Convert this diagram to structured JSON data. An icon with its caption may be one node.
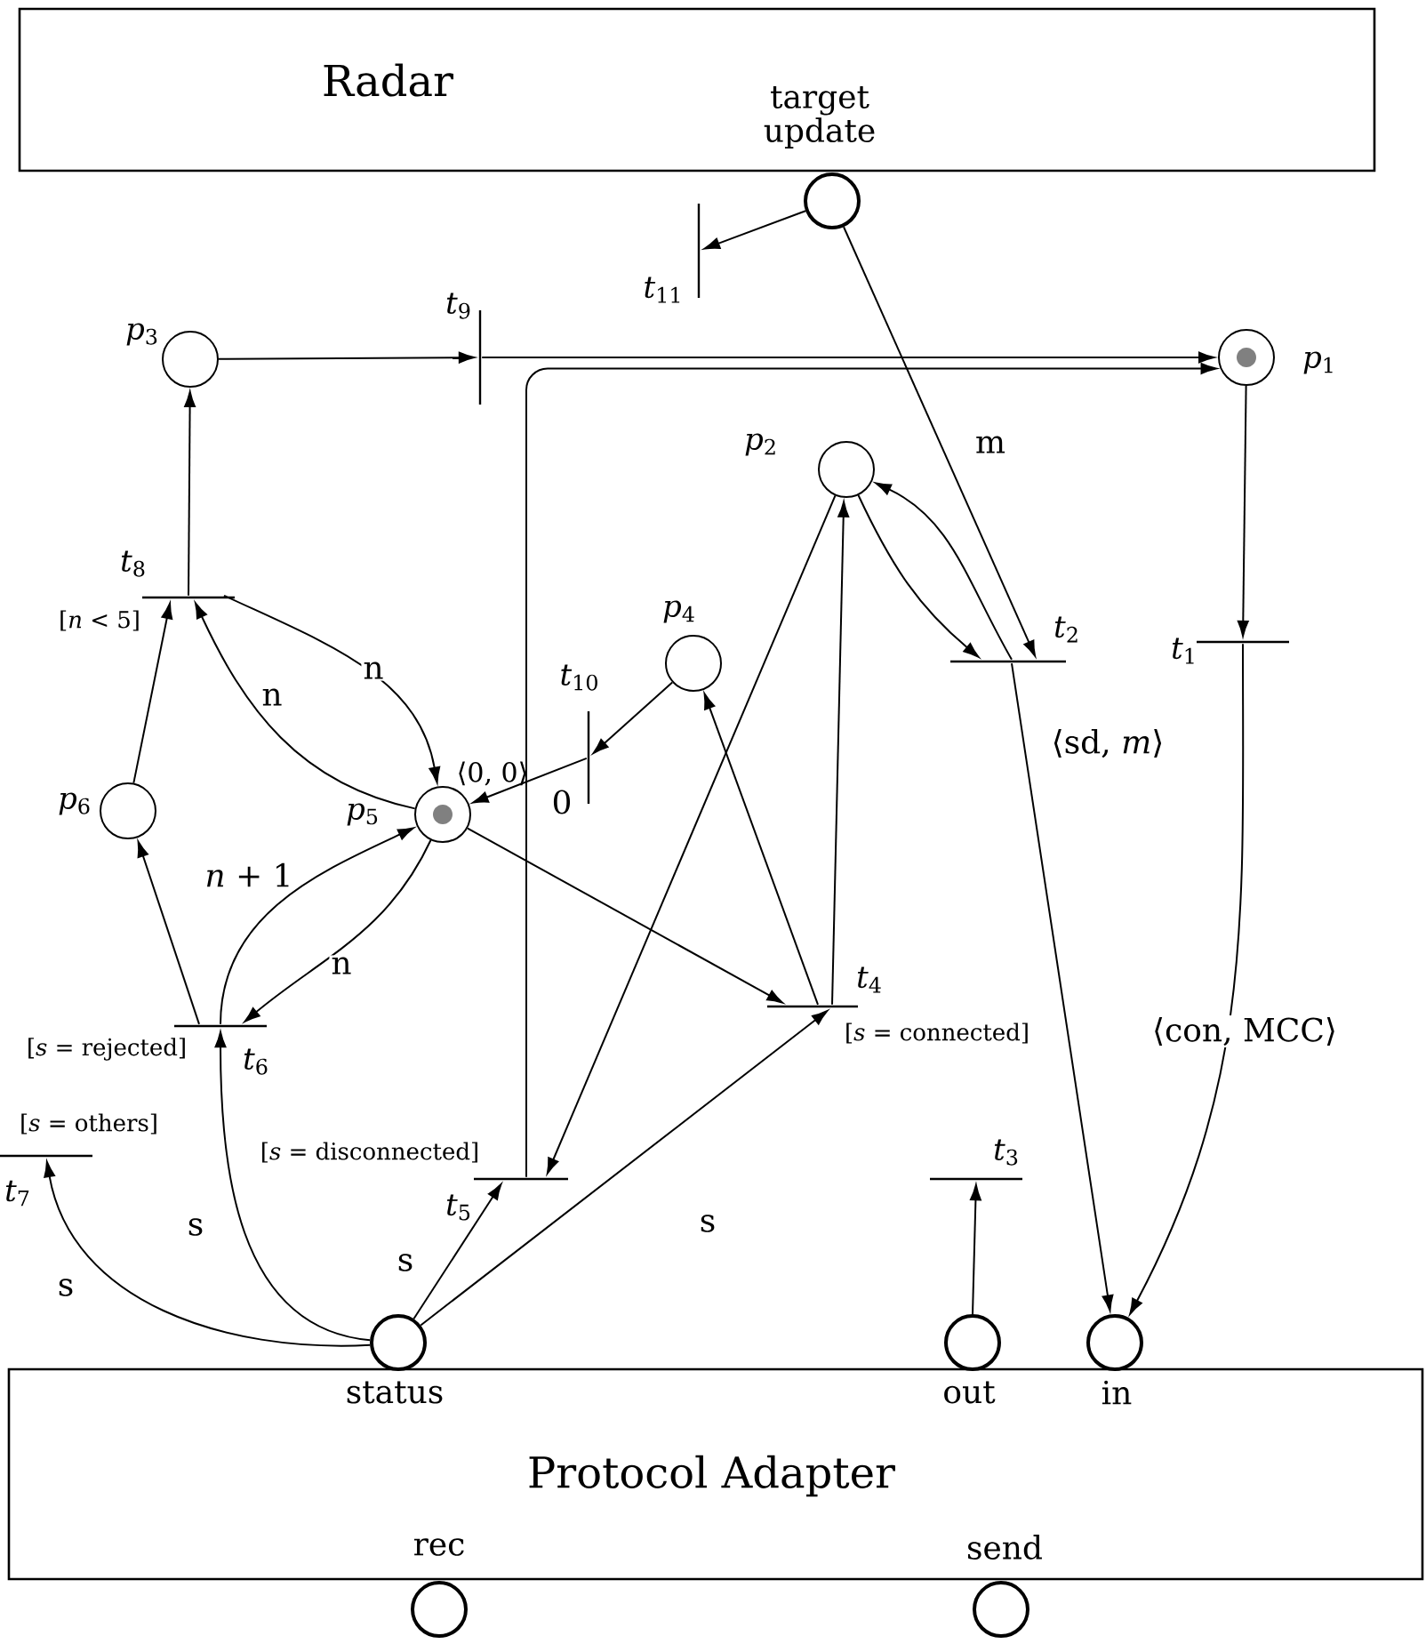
{
  "diagram": {
    "nodes": [
      {
        "text": [
          "Radar"
        ]
      },
      {
        "text": [],
        "shape": "circle"
      },
      {
        "text": [],
        "shape": "bar",
        "beside": [
          "*t*$_{11}$"
        ]
      },
      {
        "text": [],
        "shape": "circle",
        "beside": [
          "*p*$_{3}$"
        ]
      },
      {
        "text": [],
        "shape": "bar",
        "beside": [
          "*t*$_{9}$"
        ]
      },
      {
        "text": [],
        "shape": "circle",
        "beside": [
          "*p*$_{1}$"
        ]
      },
      {
        "text": [],
        "shape": "circle",
        "beside": [
          "*p*$_{2}$"
        ]
      },
      {
        "text": [],
        "shape": "bar",
        "beside": [
          "*t*$_{8}$",
          "[*n* < 5]"
        ]
      },
      {
        "text": [],
        "shape": "circle",
        "beside": [
          "*p*$_{4}$"
        ]
      },
      {
        "text": [],
        "shape": "bar",
        "beside": [
          "*t*$_{2}$"
        ]
      },
      {
        "text": [],
        "shape": "bar",
        "beside": [
          "*t*$_{1}$"
        ]
      },
      {
        "text": [],
        "shape": "bar",
        "beside": [
          "*t*$_{10}$"
        ]
      },
      {
        "text": [],
        "shape": "circle",
        "beside": [
          "*p*$_{6}$"
        ]
      },
      {
        "text": [],
        "shape": "circle",
        "beside": [
          "*p*$_{5}$",
          "⟨0, 0⟩"
        ]
      },
      {
        "text": [],
        "shape": "bar",
        "beside": [
          "[*s* = rejected]",
          "*t*$_{6}$"
        ]
      },
      {
        "text": [],
        "shape": "bar",
        "beside": [
          "*t*$_{4}$",
          "[*s* = connected]"
        ]
      },
      {
        "text": [],
        "shape": "bar",
        "beside": [
          "[*s* = others]",
          "*t*$_{7}$"
        ]
      },
      {
        "text": [],
        "shape": "bar",
        "beside": [
          "[*s* = disconnected]",
          "*t*$_{5}$"
        ]
      },
      {
        "text": [],
        "shape": "bar",
        "beside": [
          "*t*$_{3}$"
        ]
      },
      {
        "text": [],
        "shape": "circle",
        "beside": [
          "status"
        ]
      },
      {
        "text": [],
        "shape": "circle",
        "beside": [
          "out"
        ]
      },
      {
        "text": [],
        "shape": "circle",
        "beside": [
          "in"
        ]
      },
      {
        "text": [
          "Protocol Adapter"
        ]
      },
      {
        "text": [],
        "shape": "circle"
      },
      {
        "text": [],
        "shape": "circle"
      }
    ],
    "labels": [
      "target update",
      "rec",
      "send"
    ],
    "edges": [
      {
        "from": 1,
        "to": 2,
        "arrow": "to"
      },
      {
        "from": 1,
        "to": 9,
        "arrow": "to",
        "label": "m"
      },
      {
        "from": 3,
        "to": 4,
        "arrow": "to"
      },
      {
        "from": 4,
        "to": 5,
        "arrow": "to"
      },
      {
        "from": 17,
        "to": 5,
        "arrow": "to"
      },
      {
        "from": 5,
        "to": 10,
        "arrow": "to"
      },
      {
        "from": 10,
        "to": 21,
        "arrow": "to",
        "label": "⟨con, MCC⟩"
      },
      {
        "from": 6,
        "to": 9,
        "arrow": "to"
      },
      {
        "from": 9,
        "to": 6,
        "arrow": "to"
      },
      {
        "from": 9,
        "to": 21,
        "arrow": "to",
        "label": "⟨sd, *m*⟩"
      },
      {
        "from": 15,
        "to": 6,
        "arrow": "to"
      },
      {
        "from": 6,
        "to": 17,
        "arrow": "to"
      },
      {
        "from": 15,
        "to": 8,
        "arrow": "to"
      },
      {
        "from": 8,
        "to": 11,
        "arrow": "to"
      },
      {
        "from": 11,
        "to": 13,
        "arrow": "to",
        "label": "0"
      },
      {
        "from": 13,
        "to": 15,
        "arrow": "to"
      },
      {
        "from": 19,
        "to": 15,
        "arrow": "to",
        "label": "s"
      },
      {
        "from": 19,
        "to": 17,
        "arrow": "to",
        "label": "s"
      },
      {
        "from": 19,
        "to": 14,
        "arrow": "to",
        "label": "s"
      },
      {
        "from": 19,
        "to": 16,
        "arrow": "to",
        "label": "s"
      },
      {
        "from": 14,
        "to": 12,
        "arrow": "to"
      },
      {
        "from": 12,
        "to": 7,
        "arrow": "to"
      },
      {
        "from": 7,
        "to": 3,
        "arrow": "to"
      },
      {
        "from": 13,
        "to": 7,
        "arrow": "to",
        "label": "n"
      },
      {
        "from": 7,
        "to": 13,
        "arrow": "to",
        "label": "n"
      },
      {
        "from": 14,
        "to": 13,
        "arrow": "to",
        "label": "*n* + 1"
      },
      {
        "from": 13,
        "to": 14,
        "arrow": "to",
        "label": "n"
      },
      {
        "from": 20,
        "to": 18,
        "arrow": "to"
      }
    ]
  }
}
